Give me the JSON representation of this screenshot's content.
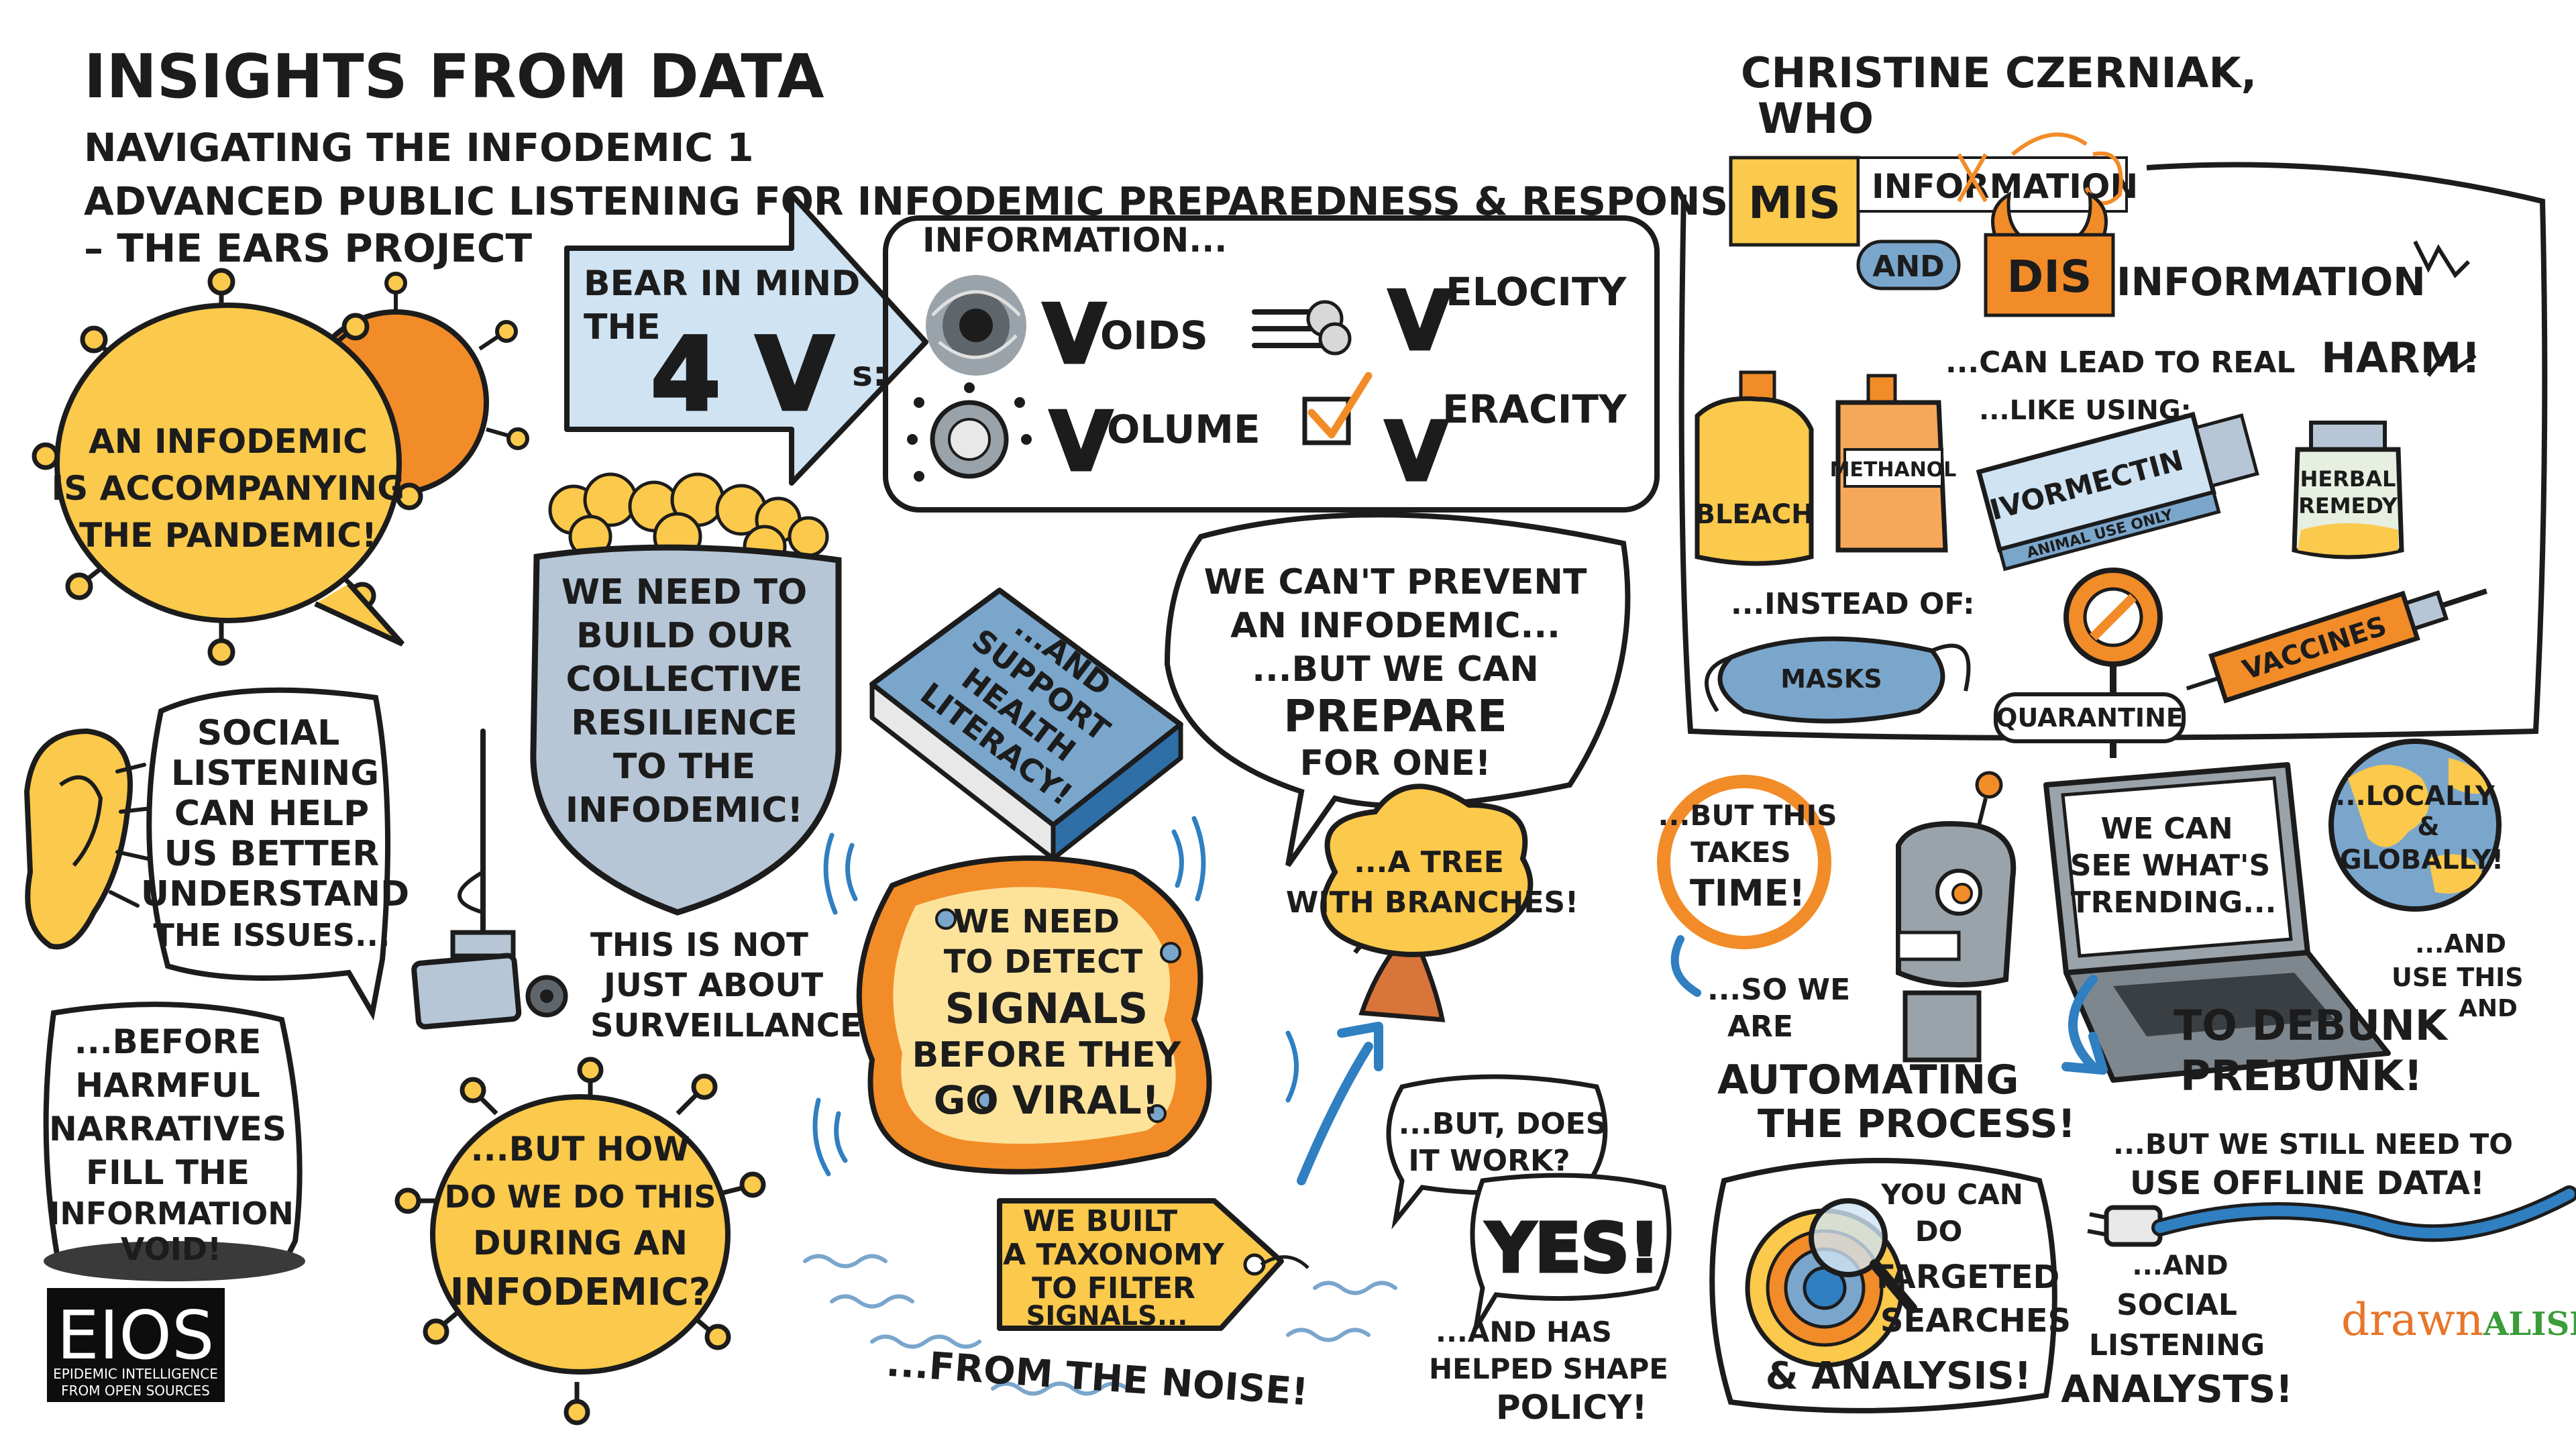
{
  "colors": {
    "orange": "#f28c28",
    "yellow": "#fbc94b",
    "light_yellow": "#fde39a",
    "blue": "#2f7fc1",
    "light_blue": "#cfe3f3",
    "gray_blue": "#b6c6d6",
    "ink": "#1c1c1c"
  },
  "header": {
    "title": "INSIGHTS FROM DATA",
    "subtitle": "NAVIGATING THE INFODEMIC 1",
    "session_line1": "ADVANCED PUBLIC LISTENING FOR INFODEMIC PREPAREDNESS & RESPONSE",
    "session_line2": "– THE EARS PROJECT"
  },
  "speaker": {
    "name": "CHRISTINE CZERNIAK,",
    "org": "WHO"
  },
  "virus_bubble": {
    "lines": [
      "AN INFODEMIC",
      "IS ACCOMPANYING",
      "THE PANDEMIC!"
    ]
  },
  "four_vs": {
    "arrow_line1": "BEAR IN MIND",
    "arrow_line2": "THE",
    "arrow_big": "4 V",
    "arrow_suffix": "s:",
    "box_title": "INFORMATION...",
    "items": [
      {
        "letter": "V",
        "rest": "OIDS",
        "icon": "vortex-icon"
      },
      {
        "letter": "V",
        "rest": "ELOCITY",
        "icon": "speed-cloud-icon"
      },
      {
        "letter": "V",
        "rest": "OLUME",
        "icon": "volume-knob-icon"
      },
      {
        "letter": "V",
        "rest": "ERACITY",
        "icon": "checkbox-icon"
      }
    ]
  },
  "shield": {
    "lines": [
      "WE NEED TO",
      "BUILD OUR",
      "COLLECTIVE",
      "RESILIENCE",
      "TO THE",
      "INFODEMIC!"
    ]
  },
  "book": {
    "lines": [
      "...AND",
      "SUPPORT",
      "HEALTH",
      "LITERACY!"
    ]
  },
  "surveillance": {
    "lines": [
      "THIS IS NOT",
      "JUST ABOUT",
      "SURVEILLANCE!"
    ]
  },
  "prevent_bubble": {
    "lines": [
      "WE CAN'T PREVENT",
      "AN INFODEMIC...",
      "...BUT WE CAN",
      "PREPARE",
      "FOR ONE!"
    ]
  },
  "social_listening": {
    "lines": [
      "SOCIAL",
      "LISTENING",
      "CAN HELP",
      "US BETTER",
      "UNDERSTAND",
      "THE ISSUES..."
    ]
  },
  "before_narratives": {
    "lines": [
      "...BEFORE",
      "HARMFUL",
      "NARRATIVES",
      "FILL THE",
      "INFORMATION",
      "VOID!"
    ]
  },
  "how_virus": {
    "lines": [
      "...BUT HOW",
      "DO WE DO THIS",
      "DURING AN",
      "INFODEMIC?"
    ]
  },
  "signals": {
    "lines": [
      "WE NEED",
      "TO DETECT",
      "SIGNALS",
      "BEFORE THEY",
      "GO VIRAL!"
    ]
  },
  "tree": {
    "lines": [
      "...A TREE",
      "WITH BRANCHES!"
    ]
  },
  "taxonomy": {
    "lines": [
      "WE BUILT",
      "A TAXONOMY",
      "TO FILTER",
      "SIGNALS..."
    ],
    "noise": "...FROM THE NOISE!"
  },
  "does_it_work": {
    "question": [
      "...BUT, DOES",
      "IT WORK?"
    ],
    "answer": "YES!",
    "policy": [
      "...AND HAS",
      "HELPED SHAPE",
      "POLICY!"
    ]
  },
  "misinfo": {
    "mis": "MIS",
    "information_word": "INFORMATION",
    "and": "AND",
    "dis": "DIS",
    "information_word2": "INFORMATION",
    "harm_prefix": "...CAN LEAD TO REAL",
    "harm_word": "HARM!",
    "like_using": "...LIKE USING:",
    "bleach": "BLEACH",
    "methanol": "METHANOL",
    "ivermectin": "IVORMECTIN",
    "animal_use": "ANIMAL USE ONLY",
    "herbal": [
      "HERBAL",
      "REMEDY"
    ],
    "instead_of": "...INSTEAD OF:",
    "masks": "MASKS",
    "quarantine": "QUARANTINE",
    "vaccines": "VACCINES"
  },
  "automation": {
    "clock": [
      "...BUT THIS",
      "TAKES",
      "TIME!"
    ],
    "so_we": [
      "...SO WE",
      "ARE"
    ],
    "automating": [
      "AUTOMATING",
      "THE PROCESS!"
    ]
  },
  "laptop": {
    "screen": [
      "WE CAN",
      "SEE WHAT'S",
      "TRENDING..."
    ],
    "globe": [
      "...LOCALLY",
      "&",
      "GLOBALLY!"
    ],
    "use_this": [
      "...AND",
      "USE THIS"
    ],
    "debunk": [
      "TO DEBUNK",
      "AND",
      "PREBUNK!"
    ]
  },
  "targeted": {
    "lines": [
      "YOU CAN",
      "DO",
      "TARGETED",
      "SEARCHES",
      "& ANALYSIS!"
    ]
  },
  "offline": {
    "lines": [
      "...BUT WE STILL NEED TO",
      "USE OFFLINE DATA!"
    ],
    "analysts": [
      "...AND",
      "SOCIAL",
      "LISTENING",
      "ANALYSTS!"
    ]
  },
  "logos": {
    "eios_big": "EIOS",
    "eios_small1": "EPIDEMIC INTELLIGENCE",
    "eios_small2": "FROM OPEN SOURCES",
    "drawn_part1": "drawn",
    "drawn_part2": "ALISM"
  }
}
